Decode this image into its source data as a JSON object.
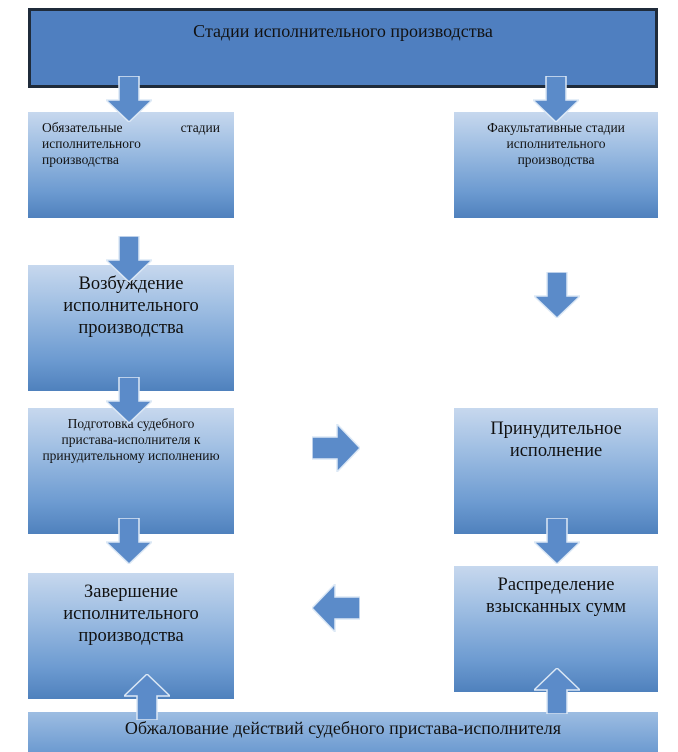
{
  "title": "Стадии исполнительного производства",
  "mandatory_stages": "Обязательные стадии исполнительного производства",
  "optional_stages": "Факультативные стадии исполнительного производства",
  "initiation": "Возбуждение исполнительного производства",
  "preparation": "Подготовка судебного пристава-исполнителя к принудительному исполнению",
  "enforcement": "Принудительное исполнение",
  "completion": "Завершение исполнительного производства",
  "distribution": "Распределение взысканных сумм",
  "appeal": "Обжалование действий судебного пристава-исполнителя",
  "colors": {
    "box_top": "#c7d8ee",
    "box_bottom": "#4f81bd",
    "title_fill": "#4f7fc0",
    "title_border": "#1f2b3a",
    "arrow": "#5b8bc9"
  }
}
